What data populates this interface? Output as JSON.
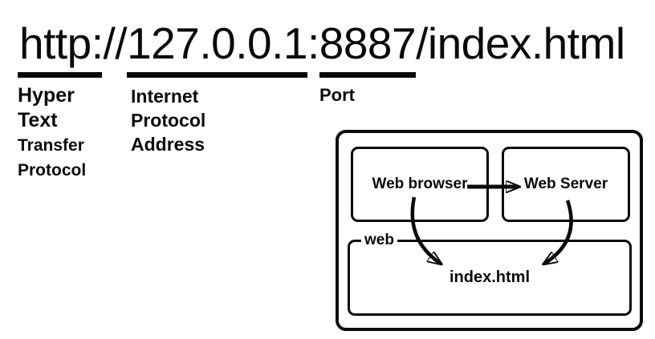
{
  "url_bar": {
    "url": "http://127.0.0.1:8887/index.html"
  },
  "annotations": {
    "http": {
      "lines": [
        "Hyper",
        "Text",
        "Transfer",
        "Protocol"
      ]
    },
    "ip": {
      "lines": [
        "Internet",
        "Protocol",
        "Address"
      ]
    },
    "port": {
      "label": "Port"
    }
  },
  "diagram": {
    "browser_label": "Web browser",
    "server_label": "Web Server",
    "folder_label": "web",
    "file_label": "index.html"
  },
  "colors": {
    "ink": "#0a0a0a",
    "background": "#ffffff"
  }
}
